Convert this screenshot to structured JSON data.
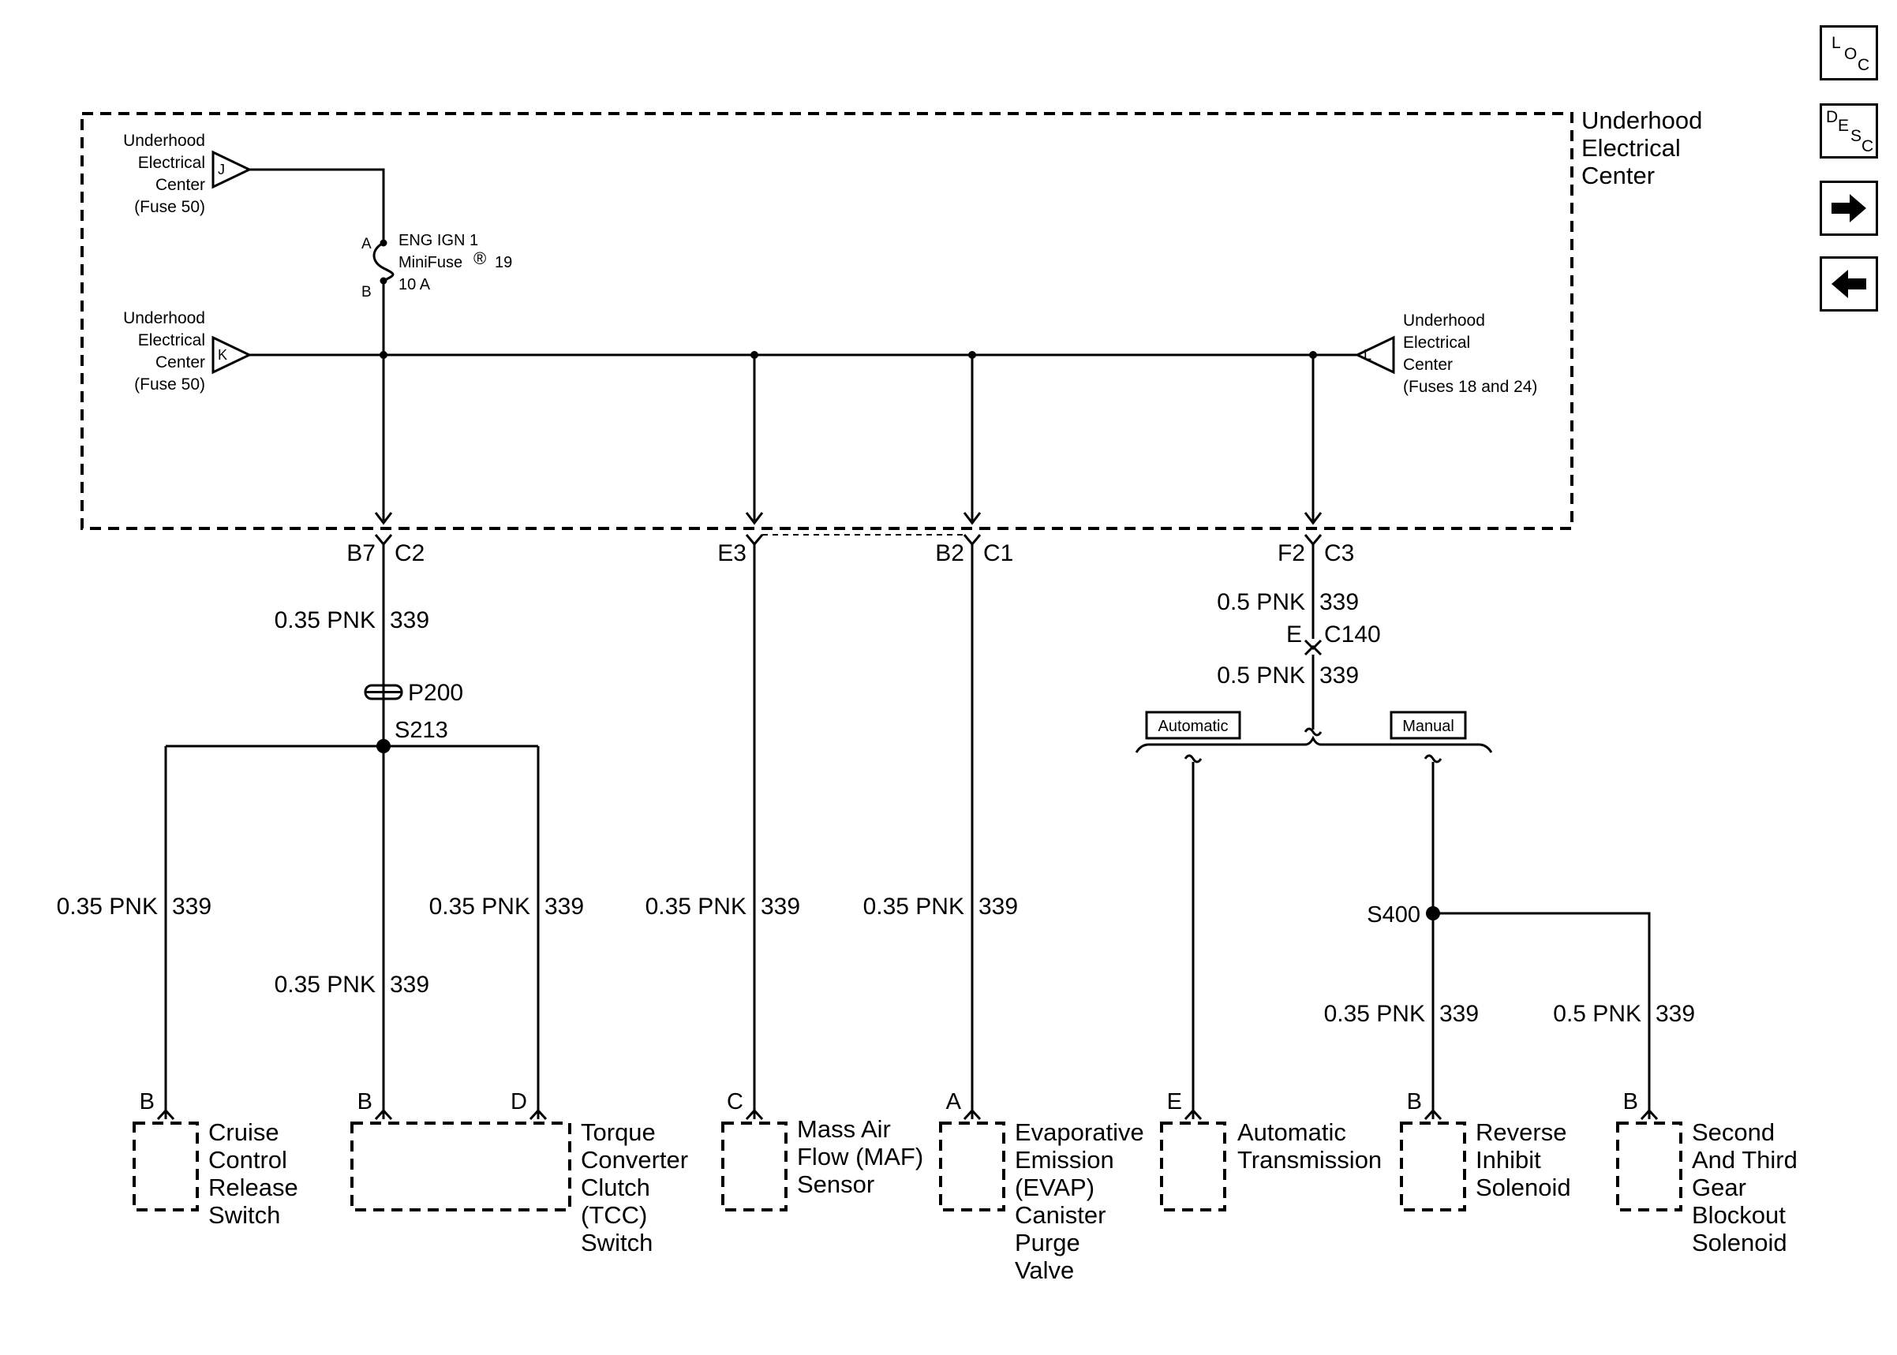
{
  "nav": {
    "loc": {
      "c1": "L",
      "c2": "O",
      "c3": "C"
    },
    "desc": {
      "c1": "D",
      "c2": "E",
      "c3": "S",
      "c4": "C"
    }
  },
  "sources": {
    "box_label": [
      "Underhood",
      "Electrical",
      "Center"
    ],
    "j": {
      "letter": "J",
      "label": [
        "Underhood",
        "Electrical",
        "Center",
        "(Fuse 50)"
      ]
    },
    "k": {
      "letter": "K",
      "label": [
        "Underhood",
        "Electrical",
        "Center",
        "(Fuse 50)"
      ]
    },
    "l": {
      "letter": "L",
      "label": [
        "Underhood",
        "Electrical",
        "Center",
        "(Fuses 18 and 24)"
      ]
    },
    "fuse": {
      "pin_a": "A",
      "pin_b": "B",
      "line1": "ENG IGN 1",
      "line2": "MiniFuse",
      "reg": "®",
      "num": "19",
      "line3": "10 A"
    }
  },
  "connectors": {
    "b7": {
      "pin": "B7",
      "conn": "C2"
    },
    "e3": {
      "pin": "E3"
    },
    "b2": {
      "pin": "B2",
      "conn": "C1"
    },
    "f2": {
      "pin": "F2",
      "conn": "C3"
    },
    "e_c140": {
      "pin": "E",
      "conn": "C140"
    }
  },
  "wires": {
    "w1": {
      "size_color": "0.35 PNK",
      "circuit": "339"
    },
    "w_cruise": {
      "size_color": "0.35 PNK",
      "circuit": "339"
    },
    "w_tcc_b": {
      "size_color": "0.35 PNK",
      "circuit": "339"
    },
    "w_tcc_d": {
      "size_color": "0.35 PNK",
      "circuit": "339"
    },
    "w_maf": {
      "size_color": "0.35 PNK",
      "circuit": "339"
    },
    "w_evap": {
      "size_color": "0.35 PNK",
      "circuit": "339"
    },
    "w_f2": {
      "size_color": "0.5 PNK",
      "circuit": "339"
    },
    "w_c140": {
      "size_color": "0.5 PNK",
      "circuit": "339"
    },
    "w_rev": {
      "size_color": "0.35 PNK",
      "circuit": "339"
    },
    "w_blk": {
      "size_color": "0.5 PNK",
      "circuit": "339"
    }
  },
  "splices": {
    "p200": "P200",
    "s213": "S213",
    "s400": "S400"
  },
  "options": {
    "automatic": "Automatic",
    "manual": "Manual"
  },
  "components": {
    "cruise": {
      "pin": "B",
      "label": [
        "Cruise",
        "Control",
        "Release",
        "Switch"
      ]
    },
    "tcc": {
      "pin_b": "B",
      "pin_d": "D",
      "label": [
        "Torque",
        "Converter",
        "Clutch",
        "(TCC)",
        "Switch"
      ]
    },
    "maf": {
      "pin": "C",
      "label": [
        "Mass Air",
        "Flow (MAF)",
        "Sensor"
      ]
    },
    "evap": {
      "pin": "A",
      "label": [
        "Evaporative",
        "Emission",
        "(EVAP)",
        "Canister",
        "Purge",
        "Valve"
      ]
    },
    "trans": {
      "pin": "E",
      "label": [
        "Automatic",
        "Transmission"
      ]
    },
    "reverse": {
      "pin": "B",
      "label": [
        "Reverse",
        "Inhibit",
        "Solenoid"
      ]
    },
    "blockout": {
      "pin": "B",
      "label": [
        "Second",
        "And Third",
        "Gear",
        "Blockout",
        "Solenoid"
      ]
    }
  }
}
